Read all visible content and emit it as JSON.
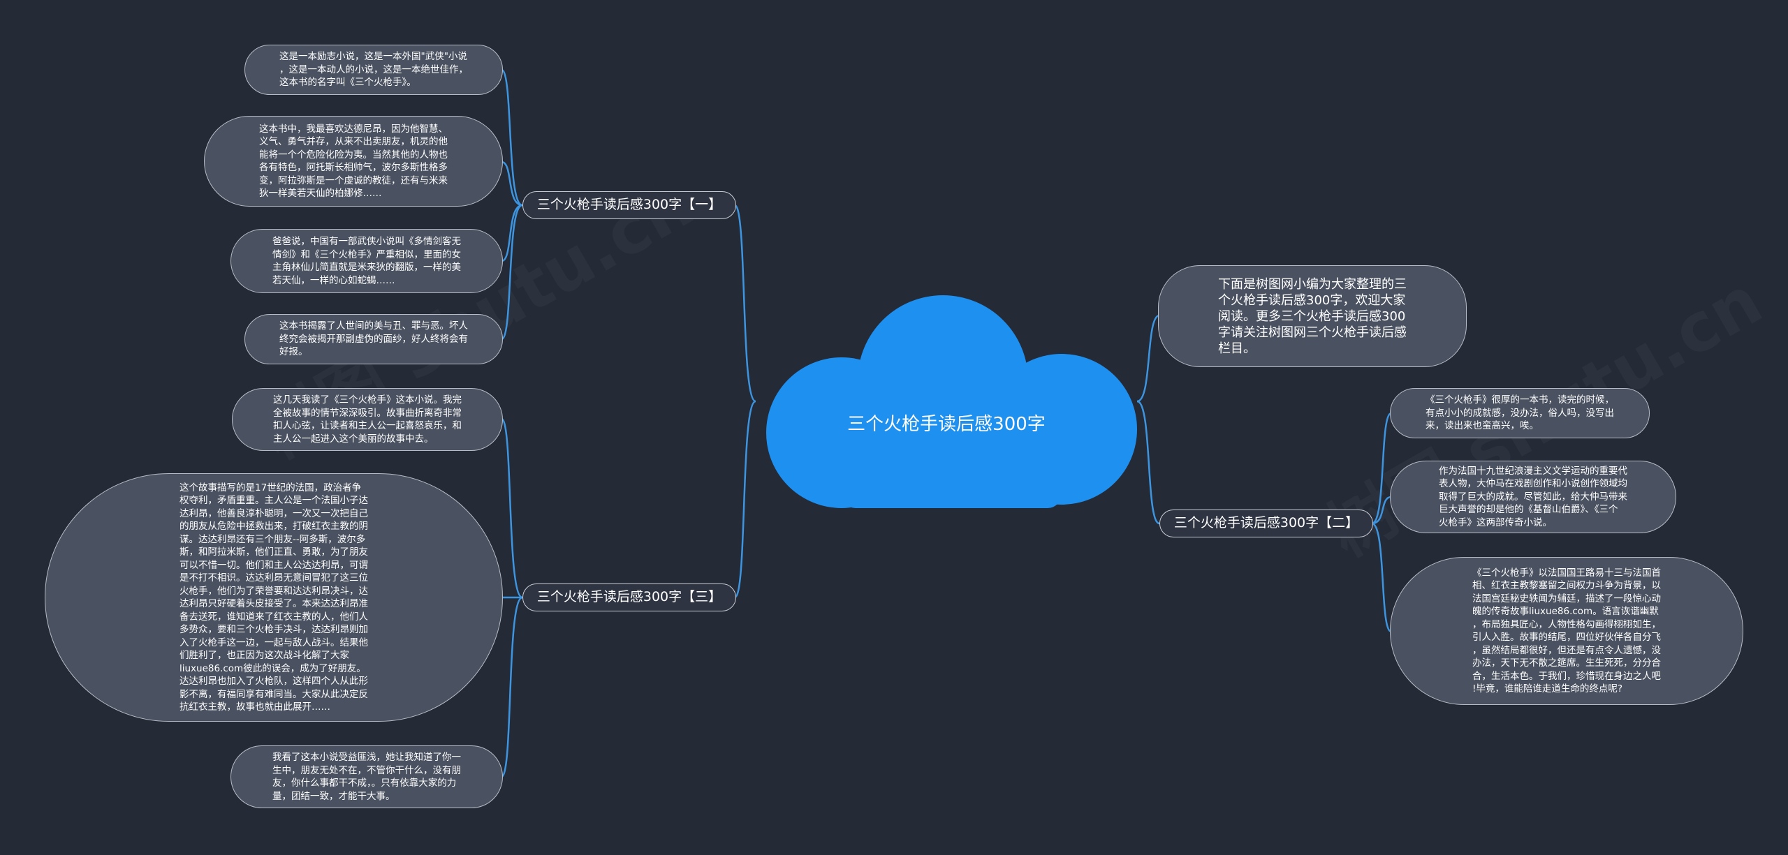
{
  "central": {
    "title": "三个火枪手读后感300字"
  },
  "intro": "下面是树图网小编为大家整理的三\n个火枪手读后感300字，欢迎大家\n阅读。更多三个火枪手读后感300\n字请关注树图网三个火枪手读后感\n栏目。",
  "topics": [
    {
      "label": "三个火枪手读后感300字【一】",
      "leaves": [
        "这是一本励志小说，这是一本外国\"武侠\"小说\n，这是一本动人的小说，这是一本绝世佳作，\n这本书的名字叫《三个火枪手》。",
        "这本书中，我最喜欢达德尼昂，因为他智慧、\n义气、勇气并存，从来不出卖朋友，机灵的他\n能将一个个危险化险为夷。当然其他的人物也\n各有特色，阿托斯长相帅气，波尔多斯性格多\n变，阿拉弥斯是一个虔诚的教徒，还有与米来\n狄一样美若天仙的柏娜修……",
        "爸爸说，中国有一部武侠小说叫《多情剑客无\n情剑》和《三个火枪手》严重相似，里面的女\n主角林仙儿简直就是米来狄的翻版，一样的美\n若天仙，一样的心如蛇蝎……",
        "这本书揭露了人世间的美与丑、罪与恶。坏人\n终究会被揭开那副虚伪的面纱，好人终将会有\n好报。"
      ]
    },
    {
      "label": "三个火枪手读后感300字【二】",
      "leaves": [
        "《三个火枪手》很厚的一本书，读完的时候，\n有点小小的成就感，没办法，俗人吗，没写出\n来，读出来也蛮高兴，唉。",
        "作为法国十九世纪浪漫主义文学运动的重要代\n表人物，大仲马在戏剧创作和小说创作领域均\n取得了巨大的成就。尽管如此，给大仲马带来\n巨大声誉的却是他的《基督山伯爵》、《三个\n火枪手》这两部传奇小说。",
        "《三个火枪手》以法国国王路易十三与法国首\n相、红衣主教黎塞留之间权力斗争为背景，以\n法国宫廷秘史轶闻为辅廷，描述了一段惊心动\n魄的传奇故事liuxue86.com。语言诙谐幽默\n，布局独具匠心，人物性格勾画得栩栩如生，\n引人入胜。故事的结尾，四位好伙伴各自分飞\n，虽然结局都很好，但还是有点令人遗憾，没\n办法，天下无不散之筵席。生生死死，分分合\n合，生活本色。于我们，珍惜现在身边之人吧\n!毕竟，谁能陪谁走道生命的终点呢?"
      ]
    },
    {
      "label": "三个火枪手读后感300字【三】",
      "leaves": [
        "这几天我读了《三个火枪手》这本小说。我完\n全被故事的情节深深吸引。故事曲折离奇非常\n扣人心弦，让读者和主人公一起喜怒哀乐，和\n主人公一起进入这个美丽的故事中去。",
        "这个故事描写的是17世纪的法国，政治者争\n权夺利，矛盾重重。主人公是一个法国小子达\n达利昂，他善良淳朴聪明，一次又一次把自己\n的朋友从危险中拯救出来，打破红衣主教的阴\n谋。达达利昂还有三个朋友--阿多斯，波尔多\n斯，和阿拉米斯，他们正直、勇敢，为了朋友\n可以不惜一切。他们和主人公达达利昂，可谓\n是不打不相识。达达利昂无意间冒犯了这三位\n火枪手，他们为了荣誉要和达达利昂决斗，达\n达利昂只好硬着头皮接受了。本来达达利昂准\n备去送死，谁知道来了红衣主教的人，他们人\n多势众，要和三个火枪手决斗，达达利昂则加\n入了火枪手这一边，一起与敌人战斗。结果他\n们胜利了，也正因为这次战斗化解了大家\nliuxue86.com彼此的误会，成为了好朋友。\n达达利昂也加入了火枪队，这样四个人从此形\n影不离，有福同享有难同当。大家从此决定反\n抗红衣主教，故事也就由此展开……",
        "我看了这本小说受益匪浅，她让我知道了你一\n生中，朋友无处不在，不管你干什么，没有朋\n友，你什么事都干不成，。只有依靠大家的力\n量，团结一致，才能干大事。"
      ]
    }
  ],
  "colors": {
    "background": "#252a37",
    "cloud": "#1e90f0",
    "line": "#3d95e0",
    "leaf": "#4a5160"
  }
}
